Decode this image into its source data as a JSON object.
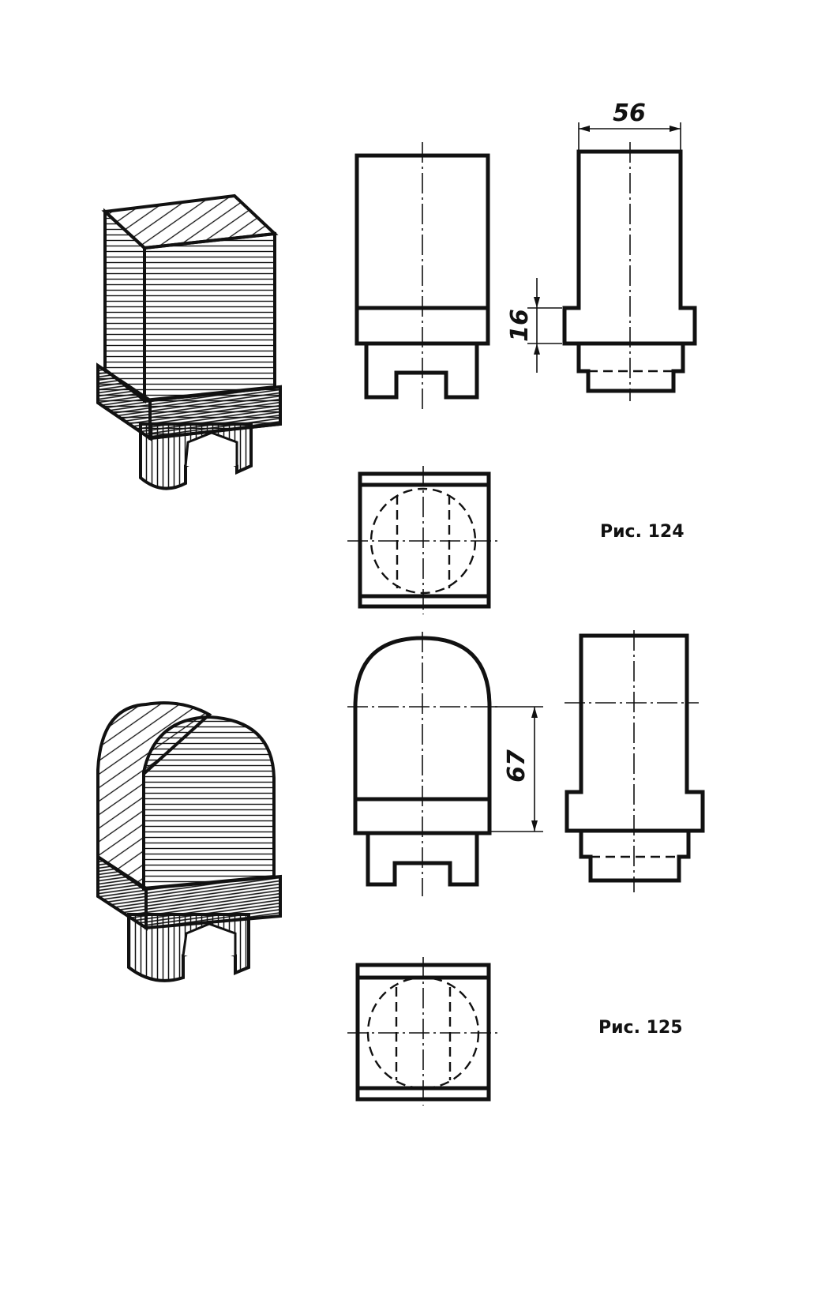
{
  "figures": [
    {
      "id": "fig124",
      "caption": "Рис. 124",
      "dimensions": [
        "56",
        "16"
      ]
    },
    {
      "id": "fig125",
      "caption": "Рис. 125",
      "dimensions": [
        "67"
      ]
    }
  ]
}
